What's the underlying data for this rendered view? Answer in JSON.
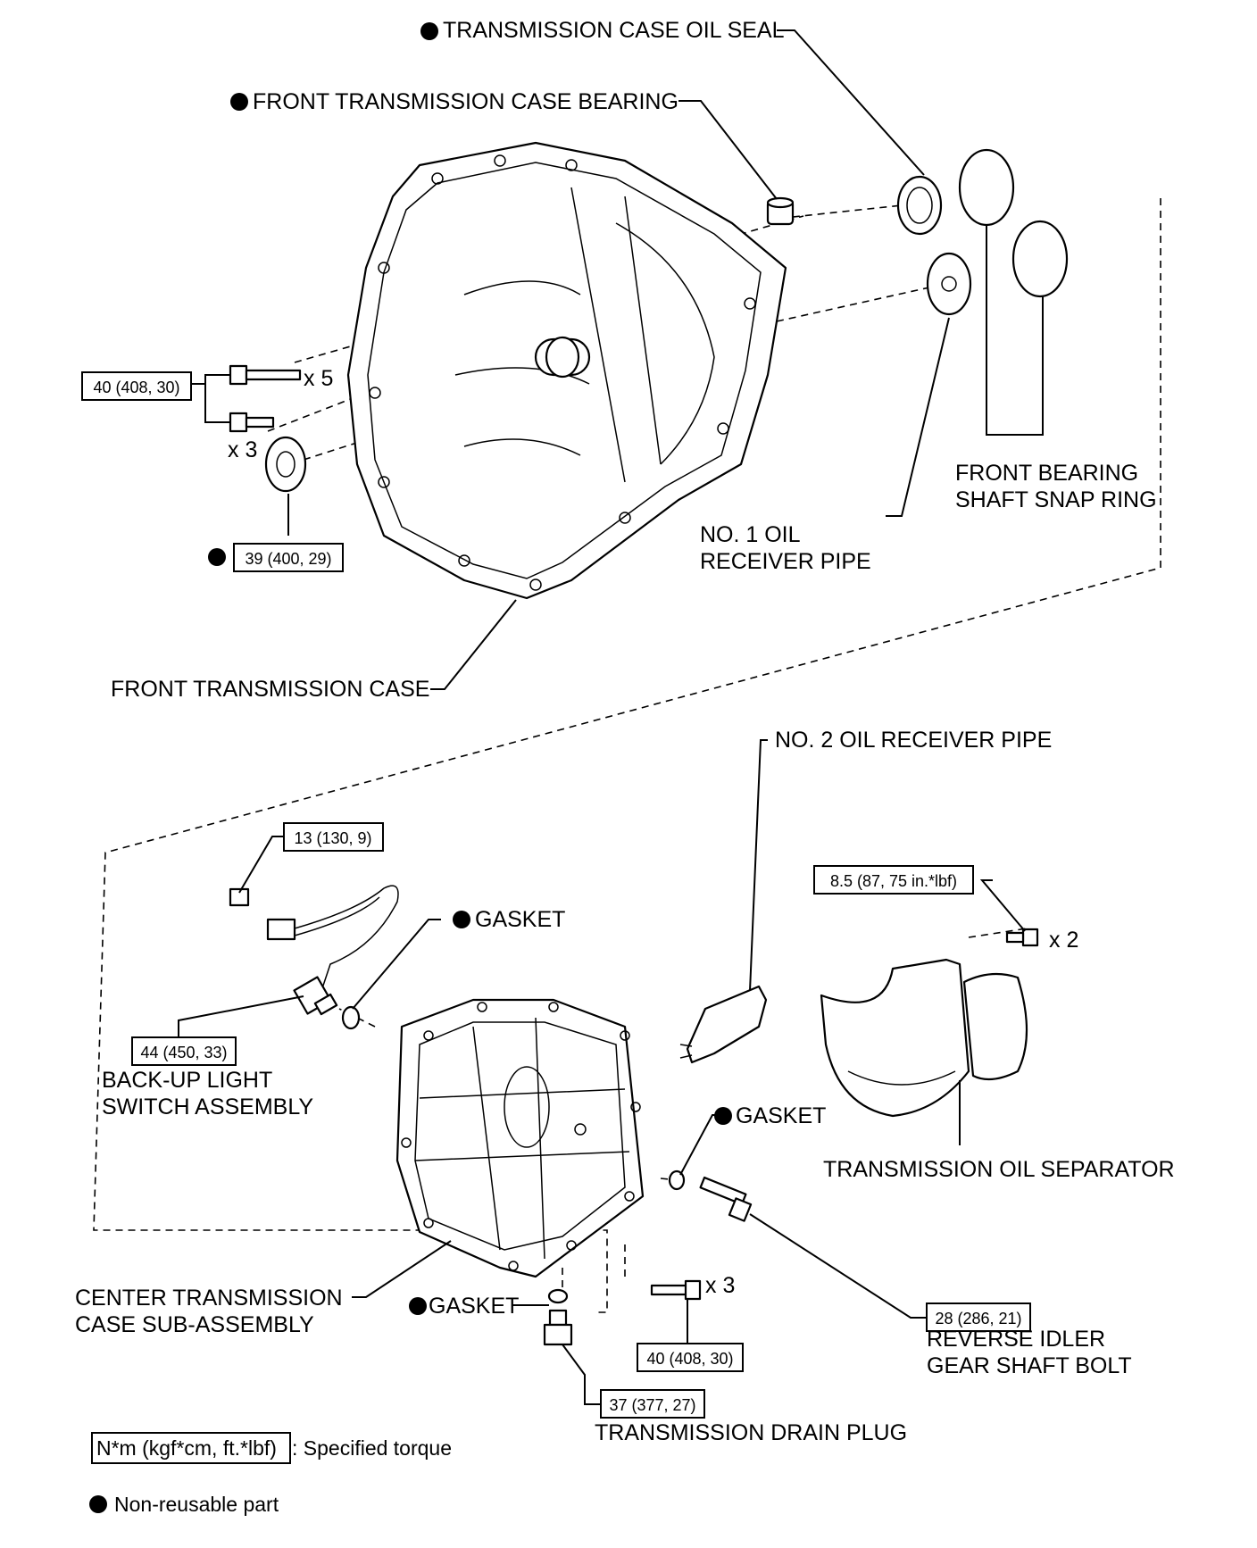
{
  "labels": {
    "oil_seal": "TRANSMISSION CASE OIL SEAL",
    "front_case_bearing": "FRONT TRANSMISSION CASE BEARING",
    "front_bearing_snap_ring_1": "FRONT BEARING",
    "front_bearing_snap_ring_2": "SHAFT SNAP RING",
    "no1_oil_pipe_1": "NO. 1 OIL",
    "no1_oil_pipe_2": "RECEIVER PIPE",
    "front_case": "FRONT TRANSMISSION CASE",
    "no2_oil_pipe": "NO. 2 OIL RECEIVER PIPE",
    "gasket": "GASKET",
    "backup_switch_1": "BACK-UP LIGHT",
    "backup_switch_2": "SWITCH ASSEMBLY",
    "oil_separator": "TRANSMISSION OIL SEPARATOR",
    "center_case_1": "CENTER TRANSMISSION",
    "center_case_2": "CASE SUB-ASSEMBLY",
    "reverse_bolt_1": "REVERSE IDLER",
    "reverse_bolt_2": "GEAR SHAFT BOLT",
    "drain_plug": "TRANSMISSION DRAIN PLUG",
    "x5": "x 5",
    "x3": "x 3",
    "x2": "x 2"
  },
  "torques": {
    "front_bolts": "40 (408, 30)",
    "front_seal": "39 (400, 29)",
    "switch_bolt": "13 (130, 9)",
    "backup_switch": "44 (450, 33)",
    "separator_bolt": "8.5 (87, 75 in.*lbf)",
    "reverse_bolt": "28 (286, 21)",
    "center_bolts": "40 (408, 30)",
    "drain_plug": "37 (377, 27)"
  },
  "legend": {
    "torque_unit": "N*m (kgf*cm, ft.*lbf)",
    "torque_desc": ": Specified torque",
    "non_reusable": "Non-reusable part"
  }
}
